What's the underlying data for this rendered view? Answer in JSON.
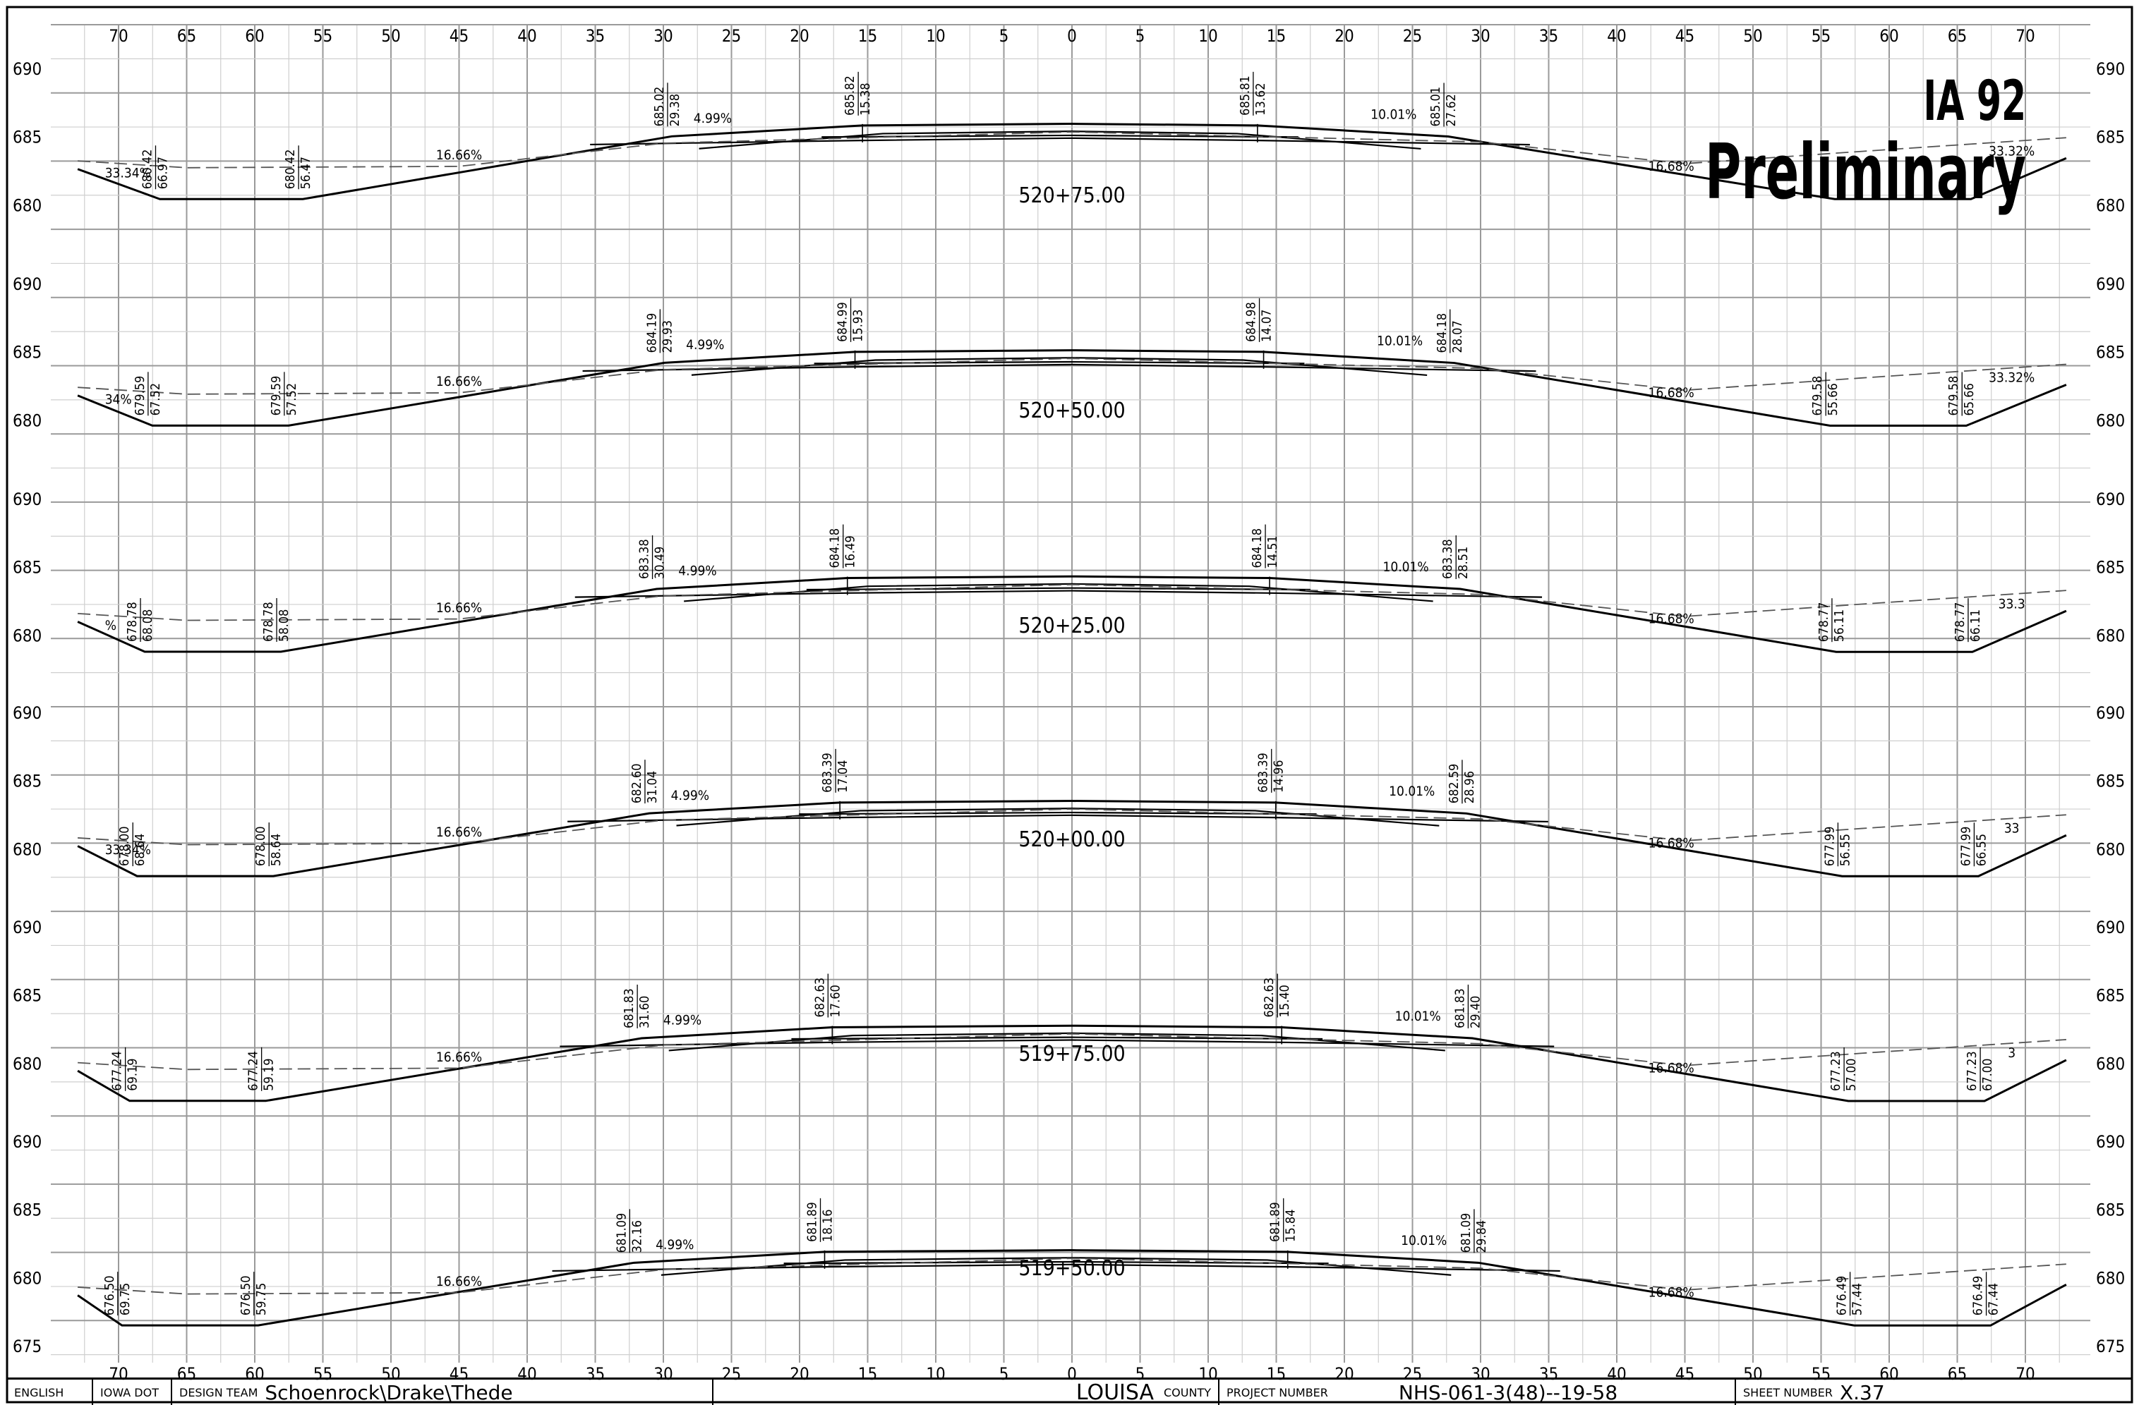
{
  "sheet": {
    "units_label": "ENGLISH",
    "agency": "IOWA DOT",
    "design_team_label": "DESIGN TEAM",
    "design_team": "Schoenrock\\Drake\\Thede",
    "county": "LOUISA",
    "county_label": "COUNTY",
    "project_number_label": "PROJECT NUMBER",
    "project_number": "NHS-061-3(48)--19-58",
    "sheet_number_label": "SHEET NUMBER",
    "sheet_number": "X.37"
  },
  "watermark": {
    "route": "IA 92",
    "status": "Preliminary"
  },
  "offset_ticks": [
    "70",
    "65",
    "60",
    "55",
    "50",
    "45",
    "40",
    "35",
    "30",
    "25",
    "20",
    "15",
    "10",
    "5",
    "0",
    "5",
    "10",
    "15",
    "20",
    "25",
    "30",
    "35",
    "40",
    "45",
    "50",
    "55",
    "60",
    "65",
    "70"
  ],
  "elevation_ticks_note": "per section",
  "colors": {
    "line": "#000000",
    "grid_major": "#9a9a9a",
    "grid_minor": "#cfcfcf",
    "existing": "#555555"
  },
  "sections": [
    {
      "station": "520+75.00",
      "elev_labels": [
        "690",
        "685",
        "680"
      ],
      "slope_labels": [
        "33.34%",
        "16.66%",
        "4.99%",
        "10.01%",
        "16.68%",
        "33.32%"
      ],
      "point_labels": [
        {
          "elev": "680.42",
          "offset": "66.97"
        },
        {
          "elev": "680.42",
          "offset": "56.47"
        },
        {
          "elev": "685.02",
          "offset": "29.38"
        },
        {
          "elev": "685.82",
          "offset": "15.38"
        },
        {
          "elev": "685.81",
          "offset": "13.62"
        },
        {
          "elev": "685.01",
          "offset": "27.62"
        },
        {
          "elev": "",
          "offset": ""
        },
        {
          "elev": "",
          "offset": ""
        }
      ]
    },
    {
      "station": "520+50.00",
      "elev_labels": [
        "690",
        "685",
        "680"
      ],
      "slope_labels": [
        "34%",
        "16.66%",
        "4.99%",
        "10.01%",
        "16.68%",
        "33.32%"
      ],
      "point_labels": [
        {
          "elev": "679.59",
          "offset": "67.52"
        },
        {
          "elev": "679.59",
          "offset": "57.52"
        },
        {
          "elev": "684.19",
          "offset": "29.93"
        },
        {
          "elev": "684.99",
          "offset": "15.93"
        },
        {
          "elev": "684.98",
          "offset": "14.07"
        },
        {
          "elev": "684.18",
          "offset": "28.07"
        },
        {
          "elev": "679.58",
          "offset": "55.66"
        },
        {
          "elev": "679.58",
          "offset": "65.66"
        }
      ]
    },
    {
      "station": "520+25.00",
      "elev_labels": [
        "690",
        "685",
        "680"
      ],
      "slope_labels": [
        "%",
        "16.66%",
        "4.99%",
        "10.01%",
        "16.68%",
        "33.3"
      ],
      "point_labels": [
        {
          "elev": "678.78",
          "offset": "68.08"
        },
        {
          "elev": "678.78",
          "offset": "58.08"
        },
        {
          "elev": "683.38",
          "offset": "30.49"
        },
        {
          "elev": "684.18",
          "offset": "16.49"
        },
        {
          "elev": "684.18",
          "offset": "14.51"
        },
        {
          "elev": "683.38",
          "offset": "28.51"
        },
        {
          "elev": "678.77",
          "offset": "56.11"
        },
        {
          "elev": "678.77",
          "offset": "66.11"
        }
      ]
    },
    {
      "station": "520+00.00",
      "elev_labels": [
        "690",
        "685",
        "680"
      ],
      "slope_labels": [
        "33.34%",
        "16.66%",
        "4.99%",
        "10.01%",
        "16.68%",
        "33"
      ],
      "point_labels": [
        {
          "elev": "678.00",
          "offset": "68.64"
        },
        {
          "elev": "678.00",
          "offset": "58.64"
        },
        {
          "elev": "682.60",
          "offset": "31.04"
        },
        {
          "elev": "683.39",
          "offset": "17.04"
        },
        {
          "elev": "683.39",
          "offset": "14.96"
        },
        {
          "elev": "682.59",
          "offset": "28.96"
        },
        {
          "elev": "677.99",
          "offset": "56.55"
        },
        {
          "elev": "677.99",
          "offset": "66.55"
        }
      ]
    },
    {
      "station": "519+75.00",
      "elev_labels": [
        "690",
        "685",
        "680"
      ],
      "slope_labels": [
        "",
        "16.66%",
        "4.99%",
        "10.01%",
        "16.68%",
        "3"
      ],
      "point_labels": [
        {
          "elev": "677.24",
          "offset": "69.19"
        },
        {
          "elev": "677.24",
          "offset": "59.19"
        },
        {
          "elev": "681.83",
          "offset": "31.60"
        },
        {
          "elev": "682.63",
          "offset": "17.60"
        },
        {
          "elev": "682.63",
          "offset": "15.40"
        },
        {
          "elev": "681.83",
          "offset": "29.40"
        },
        {
          "elev": "677.23",
          "offset": "57.00"
        },
        {
          "elev": "677.23",
          "offset": "67.00"
        }
      ]
    },
    {
      "station": "519+50.00",
      "elev_labels": [
        "690",
        "685",
        "680",
        "675"
      ],
      "slope_labels": [
        "",
        "16.66%",
        "4.99%",
        "10.01%",
        "16.68%",
        ""
      ],
      "point_labels": [
        {
          "elev": "676.50",
          "offset": "69.75"
        },
        {
          "elev": "676.50",
          "offset": "59.75"
        },
        {
          "elev": "681.09",
          "offset": "32.16"
        },
        {
          "elev": "681.89",
          "offset": "18.16"
        },
        {
          "elev": "681.89",
          "offset": "15.84"
        },
        {
          "elev": "681.09",
          "offset": "29.84"
        },
        {
          "elev": "676.49",
          "offset": "57.44"
        },
        {
          "elev": "676.49",
          "offset": "67.44"
        }
      ]
    }
  ]
}
